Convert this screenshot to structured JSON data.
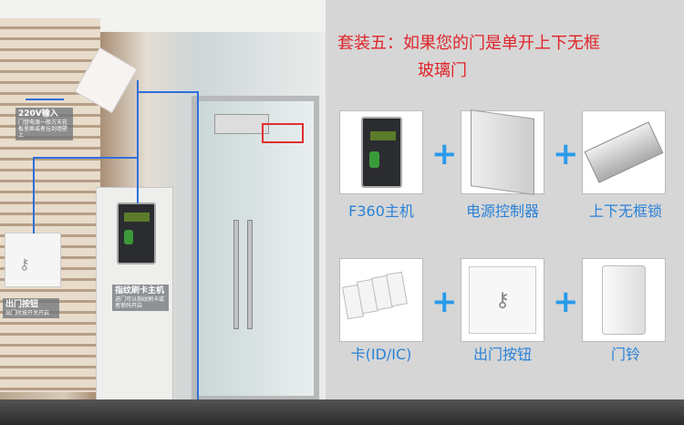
{
  "title": {
    "line1": "套装五：如果您的门是单开上下无框",
    "line2": "玻璃门"
  },
  "photo_captions": {
    "power": {
      "title": "220V输入",
      "sub": "门禁电源一般方天花板里面或者挂到墙壁上"
    },
    "exit_button": {
      "title": "出门按钮",
      "sub": "出门时按开关开启"
    },
    "host": {
      "title": "指纹刷卡主机",
      "sub": "进门可以指纹刷卡或者密码开启"
    }
  },
  "products": [
    {
      "label": "F360主机",
      "icon": "fingerprint-terminal-icon"
    },
    {
      "label": "电源控制器",
      "icon": "power-supply-icon"
    },
    {
      "label": "上下无框锁",
      "icon": "frameless-lock-icon"
    },
    {
      "label": "卡(ID/IC)",
      "icon": "cards-icon"
    },
    {
      "label": "出门按钮",
      "icon": "exit-button-icon"
    },
    {
      "label": "门铃",
      "icon": "doorbell-icon"
    }
  ],
  "plus": "+",
  "colors": {
    "title": "#e0242a",
    "label": "#2a82d8",
    "wire": "#2f6fdc"
  }
}
